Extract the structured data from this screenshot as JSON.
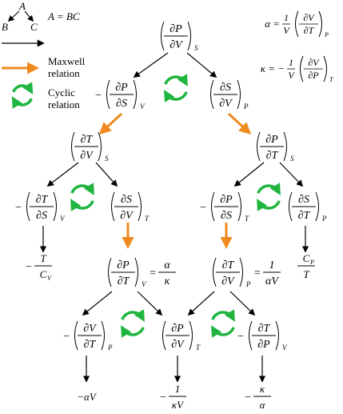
{
  "colors": {
    "black": "#000000",
    "maxwell": "#ee8a1e",
    "cyclic": "#1fb53f"
  },
  "legend": {
    "tree": {
      "top": "A",
      "left": "B",
      "right": "C",
      "equation": "A = BC"
    },
    "maxwell_label": [
      "Maxwell",
      "relation"
    ],
    "cyclic_label": [
      "Cyclic",
      "relation"
    ],
    "icons": [
      "black-arrow-icon",
      "orange-arrow-icon",
      "green-cycle-icon"
    ]
  },
  "definitions": {
    "alpha": {
      "lhs": "α = ",
      "coef_num": "1",
      "coef_den": "V",
      "num": "∂V",
      "den": "∂T",
      "sub": "P"
    },
    "kappa": {
      "lhs": "κ = −",
      "coef_num": "1",
      "coef_den": "V",
      "num": "∂V",
      "den": "∂P",
      "sub": "T"
    }
  },
  "nodes": [
    {
      "id": "dPdV_S",
      "num": "∂P",
      "den": "∂V",
      "sub": "S",
      "prefix": "",
      "suffix": ""
    },
    {
      "id": "m_dPdS_V",
      "num": "∂P",
      "den": "∂S",
      "sub": "V",
      "prefix": "−",
      "suffix": ""
    },
    {
      "id": "dSdV_P",
      "num": "∂S",
      "den": "∂V",
      "sub": "P",
      "prefix": "",
      "suffix": ""
    },
    {
      "id": "dTdV_S",
      "num": "∂T",
      "den": "∂V",
      "sub": "S",
      "prefix": "",
      "suffix": ""
    },
    {
      "id": "dPdT_S",
      "num": "∂P",
      "den": "∂T",
      "sub": "S",
      "prefix": "",
      "suffix": ""
    },
    {
      "id": "m_dTdS_V",
      "num": "∂T",
      "den": "∂S",
      "sub": "V",
      "prefix": "−",
      "suffix": ""
    },
    {
      "id": "dSdV_T",
      "num": "∂S",
      "den": "∂V",
      "sub": "T",
      "prefix": "",
      "suffix": ""
    },
    {
      "id": "m_dPdS_T",
      "num": "∂P",
      "den": "∂S",
      "sub": "T",
      "prefix": "−",
      "suffix": ""
    },
    {
      "id": "dSdT_P",
      "num": "∂S",
      "den": "∂T",
      "sub": "P",
      "prefix": "",
      "suffix": ""
    },
    {
      "id": "dPdT_V",
      "num": "∂P",
      "den": "∂T",
      "sub": "V",
      "prefix": "",
      "suffix": "=",
      "frac_num": "α",
      "frac_den": "κ"
    },
    {
      "id": "dTdV_P",
      "num": "∂T",
      "den": "∂V",
      "sub": "P",
      "prefix": "",
      "suffix": "=",
      "frac_num": "1",
      "frac_den": "αV"
    },
    {
      "id": "m_dVdT_P",
      "num": "∂V",
      "den": "∂T",
      "sub": "P",
      "prefix": "−",
      "suffix": ""
    },
    {
      "id": "dPdV_T",
      "num": "∂P",
      "den": "∂V",
      "sub": "T",
      "prefix": "",
      "suffix": ""
    },
    {
      "id": "m_dTdP_V",
      "num": "∂T",
      "den": "∂P",
      "sub": "V",
      "prefix": "−",
      "suffix": ""
    }
  ],
  "results": [
    {
      "id": "r1",
      "prefix": "−",
      "num": "T",
      "den": "C",
      "den_sub": "V"
    },
    {
      "id": "r2",
      "prefix": "",
      "num": "C",
      "num_sub": "P",
      "den": "T"
    },
    {
      "id": "r3",
      "prefix": "−αV"
    },
    {
      "id": "r4",
      "prefix": "−",
      "num": "1",
      "den": "κV"
    },
    {
      "id": "r5",
      "prefix": "−",
      "num": "κ",
      "den": "α"
    }
  ]
}
